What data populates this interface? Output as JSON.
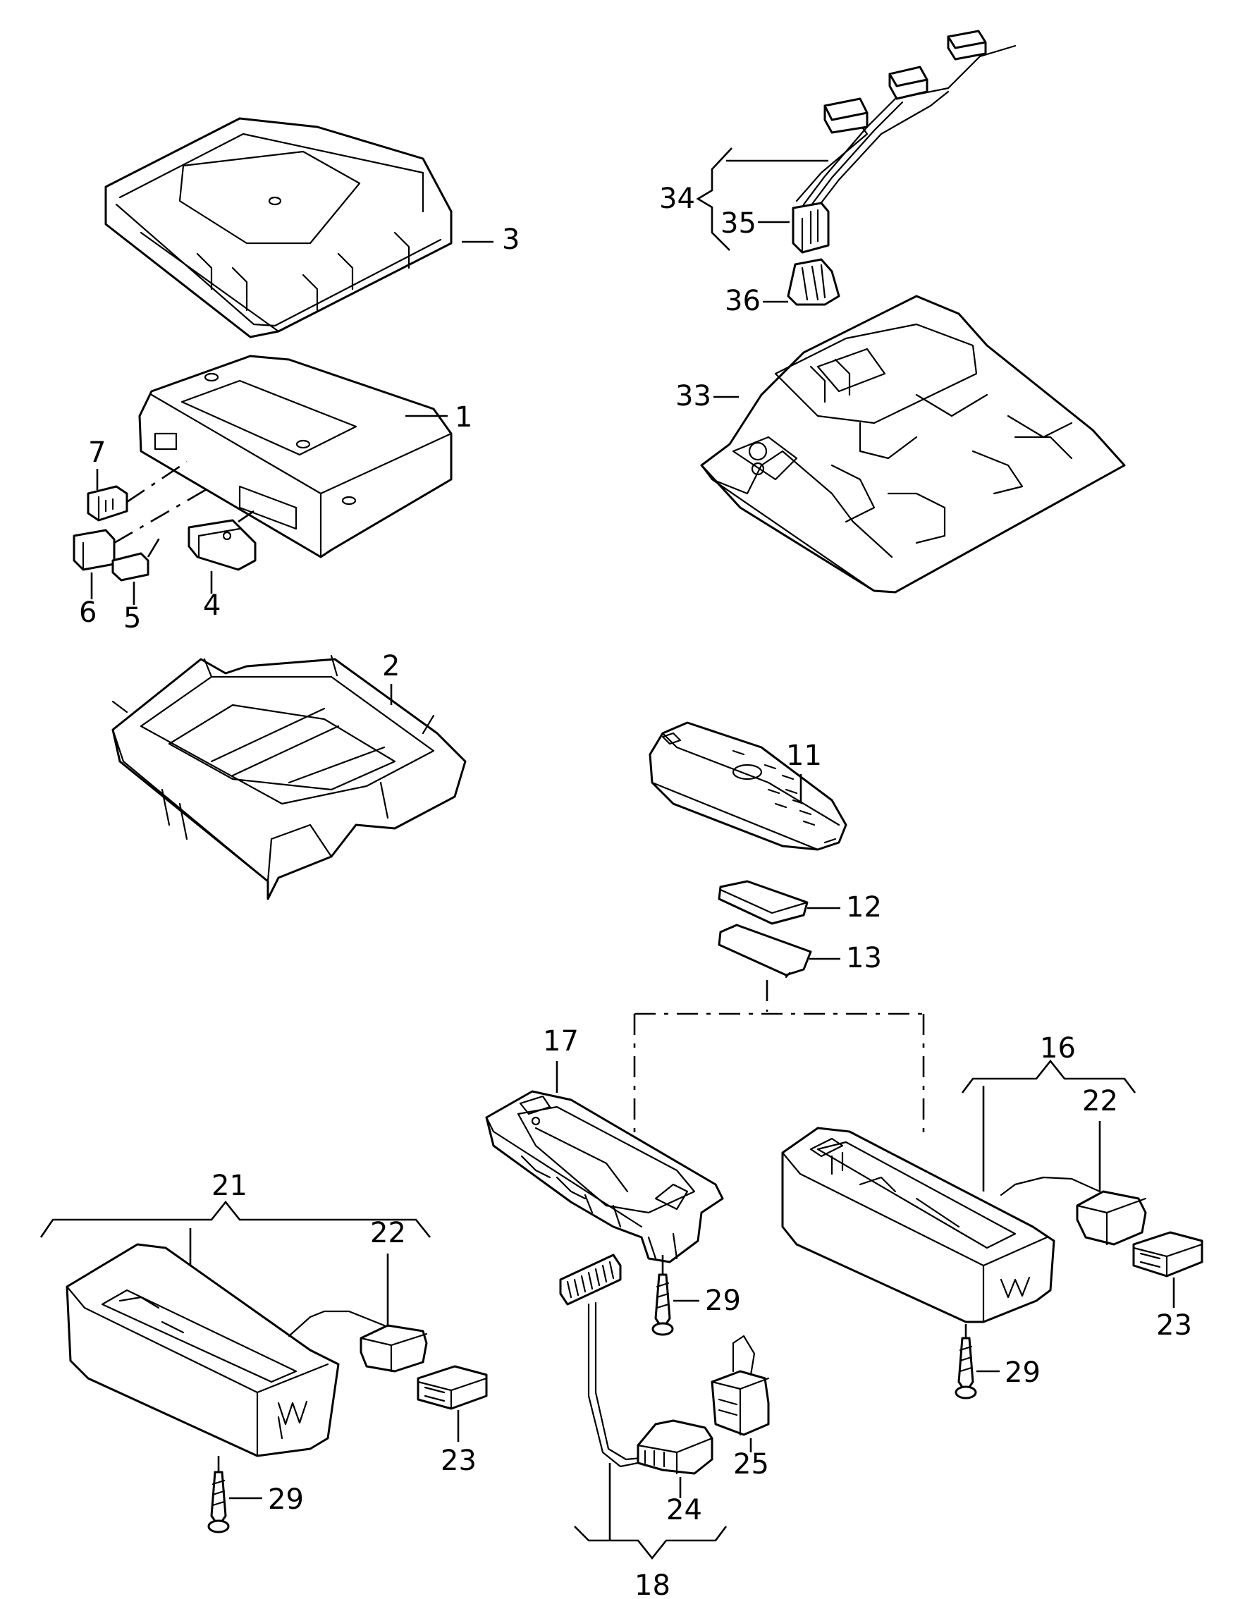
{
  "callouts": {
    "c1": "1",
    "c2": "2",
    "c3": "3",
    "c4": "4",
    "c5": "5",
    "c6": "6",
    "c7": "7",
    "c11": "11",
    "c12": "12",
    "c13": "13",
    "c16": "16",
    "c17": "17",
    "c18": "18",
    "c21": "21",
    "c22a": "22",
    "c22b": "22",
    "c23a": "23",
    "c23b": "23",
    "c24": "24",
    "c25": "25",
    "c29a": "29",
    "c29b": "29",
    "c29c": "29",
    "c33": "33",
    "c34": "34",
    "c35": "35",
    "c36": "36"
  }
}
